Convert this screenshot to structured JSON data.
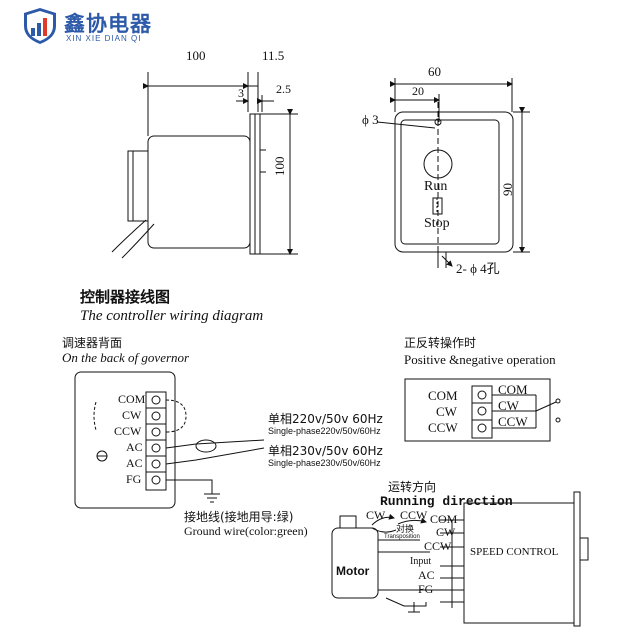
{
  "brand": {
    "name_cn": "鑫协电器",
    "name_en": "XIN XIE DIAN QI"
  },
  "dimensions": {
    "length": "100",
    "cap": "11.5",
    "small_a": "3",
    "small_b": "2.5",
    "height": "100",
    "width": "60",
    "hole_offset": "20",
    "height_front": "90",
    "phi3": "ϕ 3",
    "mount_holes": "2- ϕ 4孔",
    "run": "Run",
    "stop": "Stop"
  },
  "section": {
    "title_cn": "控制器接线图",
    "title_en": "The controller wiring diagram"
  },
  "back": {
    "title_cn": "调速器背面",
    "title_en": "On the back of governor",
    "terminals": [
      "COM",
      "CW",
      "CCW",
      "AC",
      "AC",
      "FG"
    ]
  },
  "power": {
    "cn1": "单相220v/50v 60Hz",
    "en1": "Single-phase220v/50v/60Hz",
    "cn2": "单相230v/50v 60Hz",
    "en2": "Single-phase230v/50v/60Hz"
  },
  "ground": {
    "cn": "接地线(接地用导:绿)",
    "en": "Ground wire(color:green)"
  },
  "posneg": {
    "title_cn": "正反转操作时",
    "title_en": "Positive &negative operation",
    "left": [
      "COM",
      "CW",
      "CCW"
    ],
    "right": [
      "COM",
      "CW",
      "CCW"
    ]
  },
  "running": {
    "title_cn": "运转方向",
    "title_en": "Running direction",
    "cw": "CW",
    "ccw": "CCW",
    "switch_cn": "对换",
    "switch_en": "Transposition",
    "terminals": [
      "COM",
      "CW",
      "CCW"
    ],
    "input": "Input",
    "ac": "AC",
    "fg": "FG",
    "motor": "Motor",
    "speed": "SPEED CONTROL"
  }
}
